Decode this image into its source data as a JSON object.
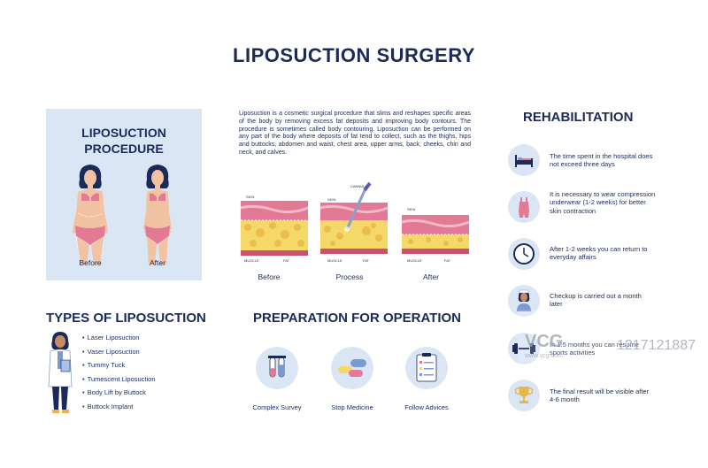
{
  "title": "LIPOSUCTION SURGERY",
  "procedure": {
    "title_line1": "LIPOSUCTION",
    "title_line2": "PROCEDURE",
    "before": "Before",
    "after": "After"
  },
  "description": "Liposuction is a cosmetic surgical procedure that slims and reshapes specific areas of the body by removing excess fat deposits and improving body contours. The procedure is sometimes called body contouring. Liposuction can be performed on any part of the body where deposits of fat tend to collect, such as the thighs, hips and buttocks, abdomen and waist, chest area, upper arms, back, cheeks, chin and neck, and calves.",
  "layers": {
    "skin": "SKIN",
    "cannula": "CANNULA",
    "muscle": "MUSCLE",
    "fat": "FAT",
    "captions": [
      "Before",
      "Process",
      "After"
    ]
  },
  "types": {
    "title": "TYPES OF LIPOSUCTION",
    "items": [
      "Laser Liposuction",
      "Vaser Liposuction",
      "Tummy Tuck",
      "Tumescent Liposuction",
      "Body Lift by Buttock",
      "Buttock Implant"
    ]
  },
  "preparation": {
    "title": "PREPARATION FOR OPERATION",
    "items": [
      {
        "label": "Complex Survey",
        "icon": "test-tubes-icon"
      },
      {
        "label": "Stop Medicine",
        "icon": "pills-icon"
      },
      {
        "label": "Follow Advices",
        "icon": "checklist-icon"
      }
    ]
  },
  "rehabilitation": {
    "title": "REHABILITATION",
    "items": [
      {
        "text": "The time spent in the hospital does not exceed three days",
        "icon": "hospital-bed-icon"
      },
      {
        "text": "It is necessary to wear compression underwear (1-2 weeks) for better skin contraction",
        "icon": "compression-underwear-icon"
      },
      {
        "text": "After 1-2 weeks you can return to everyday affairs",
        "icon": "clock-icon"
      },
      {
        "text": "Checkup is carried out a month later",
        "icon": "nurse-icon"
      },
      {
        "text": "In 1.5 months you can resume sports activities",
        "icon": "dumbbell-icon"
      },
      {
        "text": "The final result will be visible after 4-6 month",
        "icon": "trophy-icon"
      }
    ]
  },
  "watermark": {
    "brand": "VCG",
    "site": "www.vcg.com",
    "id": "1217121887"
  },
  "colors": {
    "navy": "#1c2a5a",
    "panel": "#dbe6f5",
    "skin_pink": "#e27a95",
    "fat_yellow": "#f4d86a"
  }
}
